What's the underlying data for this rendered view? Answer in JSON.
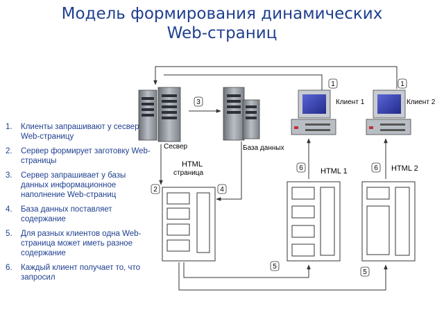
{
  "title": {
    "line1": "Модель формирования динамических",
    "line2": "Web-страниц"
  },
  "steps": [
    {
      "num": "1.",
      "text": "Клиенты запрашивают у сесвера Web-страницу"
    },
    {
      "num": "2.",
      "text": "Сервер формирует заготовку Web-страницы"
    },
    {
      "num": "3.",
      "text": "Сервер запрашивает у базы данных информационное наполнение Web-страниц"
    },
    {
      "num": "4.",
      "text": "База данных поставляет содержание"
    },
    {
      "num": "5.",
      "text": "Для разных клиентов одна Web-страница может иметь разное содержание"
    },
    {
      "num": "6.",
      "text": "Каждый клиент получает то, что запросил"
    }
  ],
  "diagram": {
    "server_label": "Сесвер",
    "db_label": "База данных",
    "client1_label": "Клиент 1",
    "client2_label": "Клиент 2",
    "html_page_label_1": "HTML",
    "html_page_label_2": "страница",
    "html1_label": "HTML 1",
    "html2_label": "HTML 2",
    "badges": {
      "client1_req": "1",
      "client2_req": "1",
      "server_to_db": "3",
      "server_to_page": "2",
      "db_to_page": "4",
      "page_to_html1": "5",
      "page_to_html2": "5",
      "html1_to_client": "6",
      "html2_to_client": "6"
    }
  },
  "colors": {
    "title": "#1f3f8f",
    "lines": "#333333",
    "server_body": "#9aa0a6",
    "screen": "#3a45b5",
    "badge_fill": "#ffffff"
  }
}
